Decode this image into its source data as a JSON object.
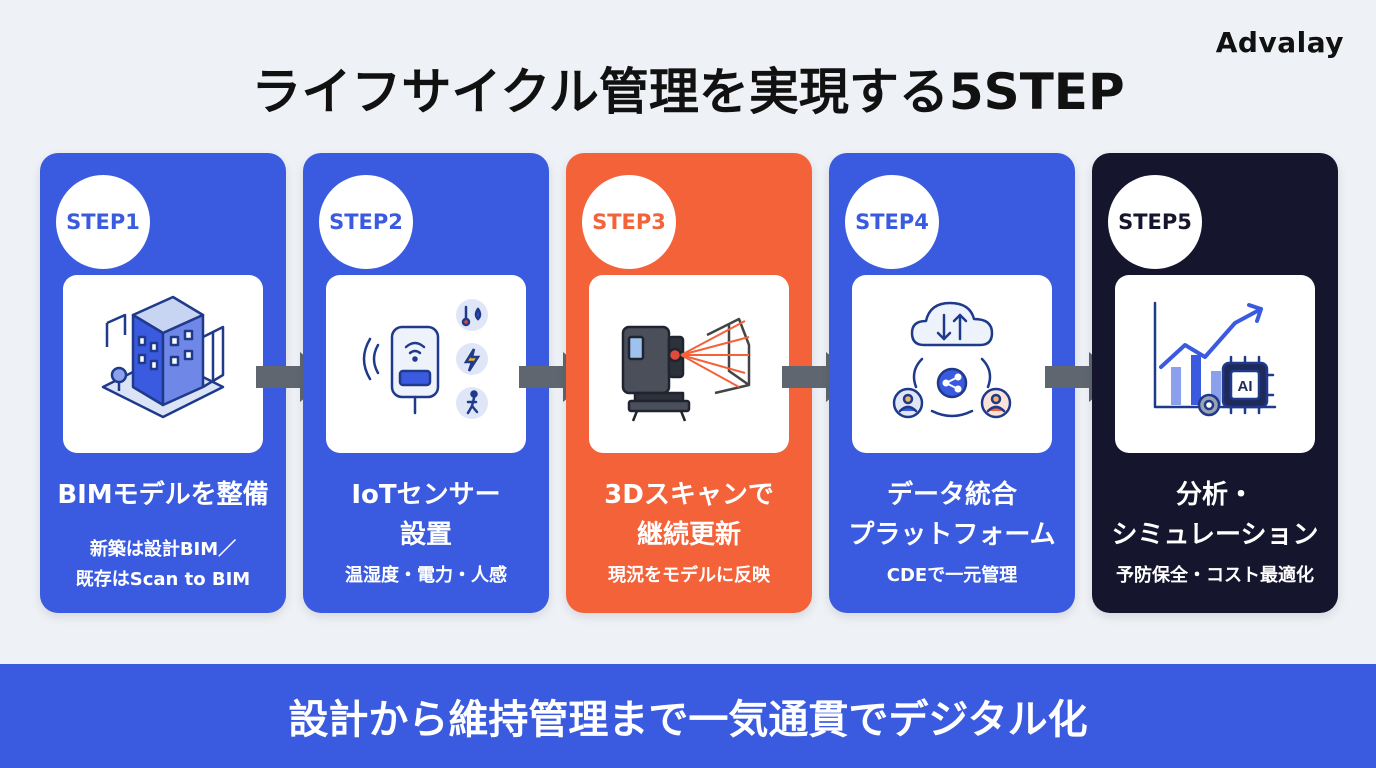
{
  "brand": "Advalay",
  "title": "ライフサイクル管理を実現する5STEP",
  "steps": [
    {
      "badge": "STEP1",
      "heading_lines": [
        "BIMモデルを整備"
      ],
      "sub_lines": [
        "新築は設計BIM／",
        "既存はScan to BIM"
      ],
      "icon": "building-icon",
      "color": "#3a5bdf"
    },
    {
      "badge": "STEP2",
      "heading_lines": [
        "IoTセンサー",
        "設置"
      ],
      "sub_lines": [
        "温湿度・電力・人感"
      ],
      "icon": "iot-sensor-icon",
      "color": "#3a5bdf"
    },
    {
      "badge": "STEP3",
      "heading_lines": [
        "3Dスキャンで",
        "継続更新"
      ],
      "sub_lines": [
        "現況をモデルに反映"
      ],
      "icon": "laser-scanner-icon",
      "color": "#f4623a"
    },
    {
      "badge": "STEP4",
      "heading_lines": [
        "データ統合",
        "プラットフォーム"
      ],
      "sub_lines": [
        "CDEで一元管理"
      ],
      "icon": "cloud-share-icon",
      "color": "#3a5bdf"
    },
    {
      "badge": "STEP5",
      "heading_lines": [
        "分析・",
        "シミュレーション"
      ],
      "sub_lines": [
        "予防保全・コスト最適化"
      ],
      "icon": "ai-analytics-icon",
      "color": "#15162d"
    }
  ],
  "footer": "設計から維持管理まで一気通貫でデジタル化"
}
